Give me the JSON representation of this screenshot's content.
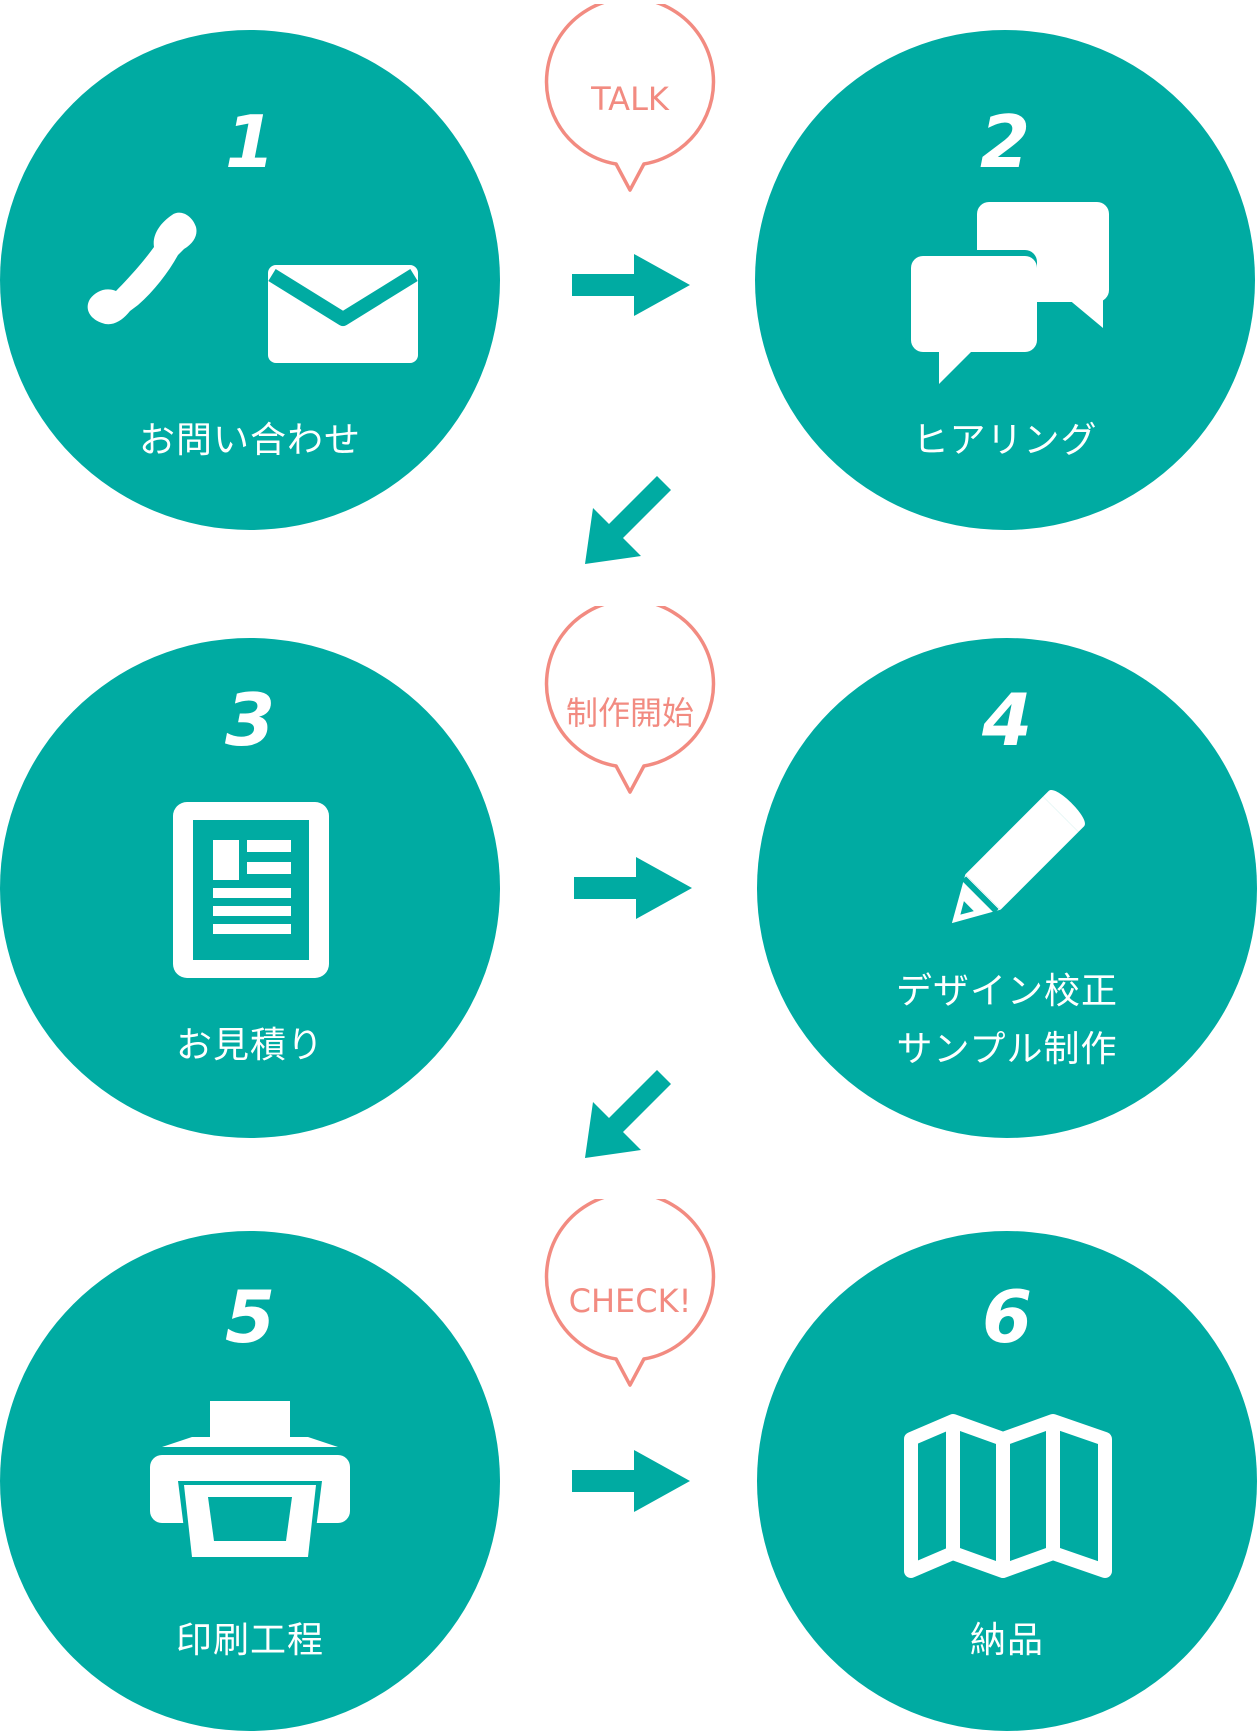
{
  "colors": {
    "teal": "#00aba2",
    "coral": "#f28b81",
    "white": "#ffffff"
  },
  "steps": [
    {
      "number": "1",
      "label": "お問い合わせ",
      "icons": [
        "phone-icon",
        "mail-icon"
      ]
    },
    {
      "number": "2",
      "label": "ヒアリング",
      "icons": [
        "chat-bubbles-icon"
      ]
    },
    {
      "number": "3",
      "label": "お見積り",
      "icons": [
        "document-icon"
      ]
    },
    {
      "number": "4",
      "label_line1": "デザイン校正",
      "label_line2": "サンプル制作",
      "icons": [
        "pencil-icon"
      ]
    },
    {
      "number": "5",
      "label": "印刷工程",
      "icons": [
        "printer-icon"
      ]
    },
    {
      "number": "6",
      "label": "納品",
      "icons": [
        "map-icon"
      ]
    }
  ],
  "bubbles": [
    {
      "text": "TALK"
    },
    {
      "text": "制作開始"
    },
    {
      "text": "CHECK!"
    }
  ],
  "arrows": [
    "arrow-right",
    "arrow-down-left",
    "arrow-right",
    "arrow-down-left",
    "arrow-right"
  ]
}
